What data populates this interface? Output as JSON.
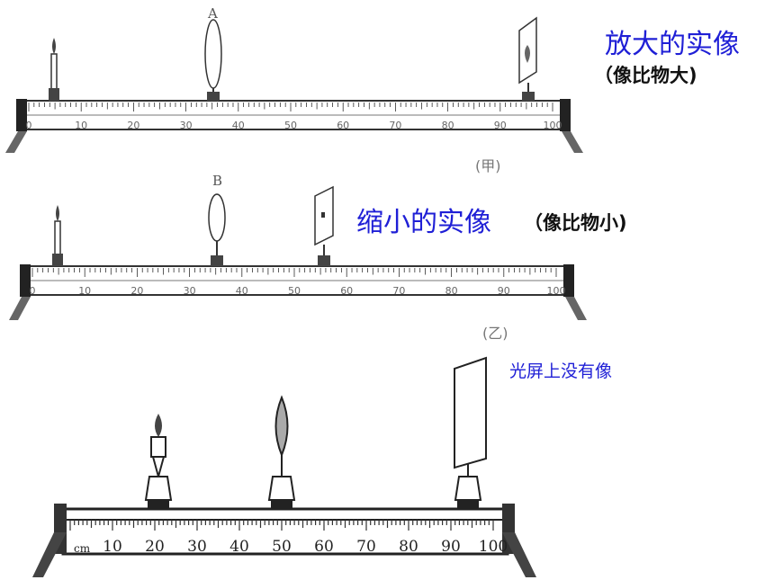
{
  "captions": {
    "top_title": "放大的实像",
    "top_note": "（像比物大)",
    "mid_title": "缩小的实像",
    "mid_note": "（像比物小)",
    "bottom_note": "光屏上没有像"
  },
  "figure_labels": {
    "top_lens": "A",
    "mid_lens": "B",
    "top_tag": "(甲)",
    "mid_tag": "(乙)",
    "unit": "cm"
  },
  "benches": [
    {
      "id": "jia",
      "ticks": [
        "0",
        "10",
        "20",
        "30",
        "40",
        "50",
        "60",
        "70",
        "80",
        "90",
        "100"
      ]
    },
    {
      "id": "yi",
      "ticks": [
        "0",
        "10",
        "20",
        "30",
        "40",
        "50",
        "60",
        "70",
        "80",
        "90",
        "100"
      ]
    },
    {
      "id": "bottom",
      "ticks": [
        "10",
        "20",
        "30",
        "40",
        "50",
        "60",
        "70",
        "80",
        "90",
        "100"
      ]
    }
  ],
  "colors": {
    "accent": "#1f1fd6",
    "ink": "#222222"
  }
}
